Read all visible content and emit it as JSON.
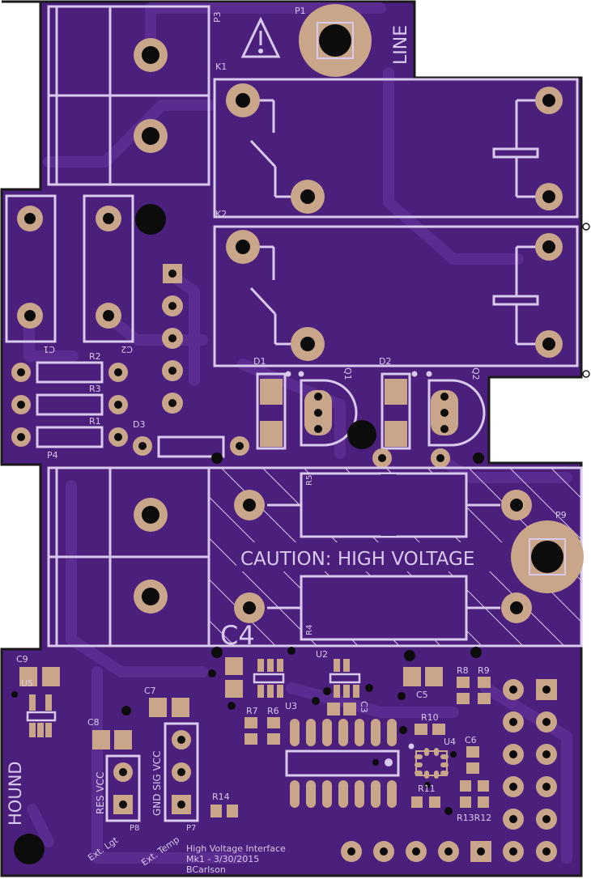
{
  "board": {
    "colors": {
      "background": "#ffffff",
      "soldermask": "#4b1f7c",
      "trace": "#5a2c8f",
      "silkscreen": "#d9c9ec",
      "copper": "#c9a58a",
      "drill": "#0c0c0c",
      "outline": "#1a1a1a"
    },
    "warning_icon": "high-voltage-warning-icon"
  },
  "labels": {
    "p3": "P3",
    "p1": "P1",
    "line": "LINE",
    "k1": "K1",
    "k2": "K2",
    "c1": "C1",
    "c2": "C2",
    "r2": "R2",
    "r3": "R3",
    "r1": "R1",
    "p4": "P4",
    "d3": "D3",
    "d1": "D1",
    "q1": "Q1",
    "d2": "D2",
    "q2": "Q2",
    "r5": "R5",
    "r4": "R4",
    "p9": "P9",
    "caution": "CAUTION: HIGH VOLTAGE",
    "c4": "C4",
    "c9": "C9",
    "u5": "U5",
    "u2": "U2",
    "r8": "R8",
    "r9": "R9",
    "c5": "C5",
    "c7": "C7",
    "c8": "C8",
    "r7": "R7",
    "r6": "R6",
    "u3": "U3",
    "c3": "C3",
    "r10": "R10",
    "u4": "U4",
    "c6": "C6",
    "r11": "R11",
    "r13r12": "R13R12",
    "r14": "R14",
    "p8": "P8",
    "p7": "P7",
    "res_vcc": "RES VCC",
    "gnd_sig_vcc": "GND SIG VCC",
    "ext_lgt": "Ext. Lgt",
    "ext_temp": "Ext. Temp",
    "hound": "HOUND",
    "credit_title": "High Voltage Interface",
    "credit_rev": "Mk1 - 3/30/2015",
    "credit_author": "BCarlson"
  }
}
